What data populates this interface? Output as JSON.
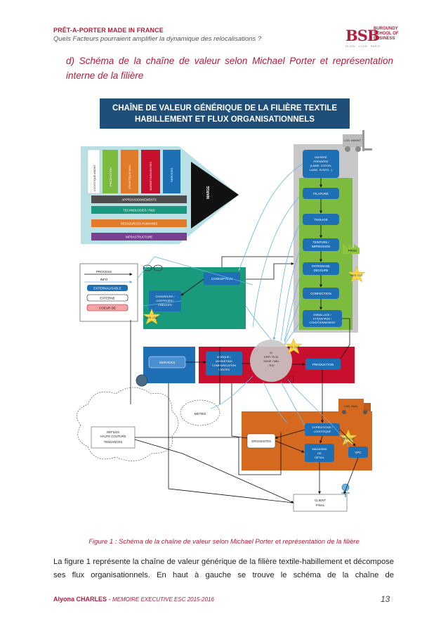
{
  "header": {
    "title": "PRÊT-A-PORTER MADE IN FRANCE",
    "subtitle": "Quels Facteurs pourraient amplifier la dynamique des relocalisations ?"
  },
  "logo": {
    "mark": "BSB",
    "line1": "BURGUNDY",
    "line2": "SCHOOL OF",
    "line3": "BUSINESS",
    "tagline": "DIJON · LYON · PARIS"
  },
  "section_title": "d) Schéma de la chaîne de valeur selon Michael Porter et représentation interne de la filière",
  "figure": {
    "title_line1": "CHAÎNE DE VALEUR GÉNÉRIQUE DE LA FILIÈRE TEXTILE",
    "title_line2": "HABILLEMENT ET FLUX ORGANISATIONNELS",
    "porter_primary": [
      "LOGISTIQUE AMONT",
      "PRODUCTION",
      "LOGISTIQUE AVAL",
      "MARKETING/VENTES",
      "SERVICES"
    ],
    "porter_support": [
      "APPROVISIONNEMENTS",
      "TECHNOLOGIES / R&D",
      "RESSOURCES HUMAINES",
      "INFRASTRUCTURE"
    ],
    "marge": "MARGE",
    "legend": [
      "PROCESS",
      "INFO",
      "EXTERNALISABLE",
      "EXTERNE",
      "COEUR DE"
    ],
    "amont": "LOG. AMONT",
    "prod_steps": [
      "MATIÈRE PREMIÈRE (LAINE, COTON, LAINE, SYNTH…)",
      "FILATURE",
      "TISSAGE",
      "TEINTURE / IMPRESSION",
      "PATRONAGE DÉCOUPE",
      "CONFECTION",
      "EMBALLAGE / ETIQUETAGE / CONDITIONNEMENT"
    ],
    "prod_label": "PROD",
    "res_cle": "RES. CLÉ",
    "conception": "CONCEPTION",
    "chasseur": "CHASSEURS / COIFFEURS / CRÉATIFS",
    "services": "SERVICES",
    "marketing": "MARQUE / MARKETING COMMUNICATION VENTES",
    "si": "SI ERP / PLM SAGE / MBI / EDI",
    "production": "PRODUCTION",
    "meteo": "METEO",
    "defiles_line1": "DEFILES",
    "defiles_line2": "HAUTE COUTURE",
    "defiles_line3": "TENDANCES",
    "aval": "LOG. AVAL",
    "grossistes": "GROSSISTES",
    "expeditions": "EXPÉDITIONS / LOGISTIQUE",
    "magasins": "MAGASINS DE DÉTAIL",
    "vpc": "VPC",
    "client": "CLIENT FINAL"
  },
  "caption": "Figure 1 : Schéma de la chaîne de valeur selon Michael Porter et représentation de la filière",
  "body": "La figure 1 représente la chaîne de valeur générique de la filière textile-habillement et décompose ses flux organisationnels. En haut à gauche se trouve le schéma de la chaîne de",
  "footer": {
    "author": "Alyona CHARLES",
    "sep": " - ",
    "memo": "MEMOIRE EXECUTIVE ESC 2015-2016",
    "page": "13"
  },
  "colors": {
    "accent": "#b01e3b",
    "title_box": "#1f4e79",
    "teal": "#1a9a7c",
    "green": "#7cbb3e",
    "red": "#c8102e",
    "orange": "#d4691f",
    "blue": "#1f6fb5"
  }
}
